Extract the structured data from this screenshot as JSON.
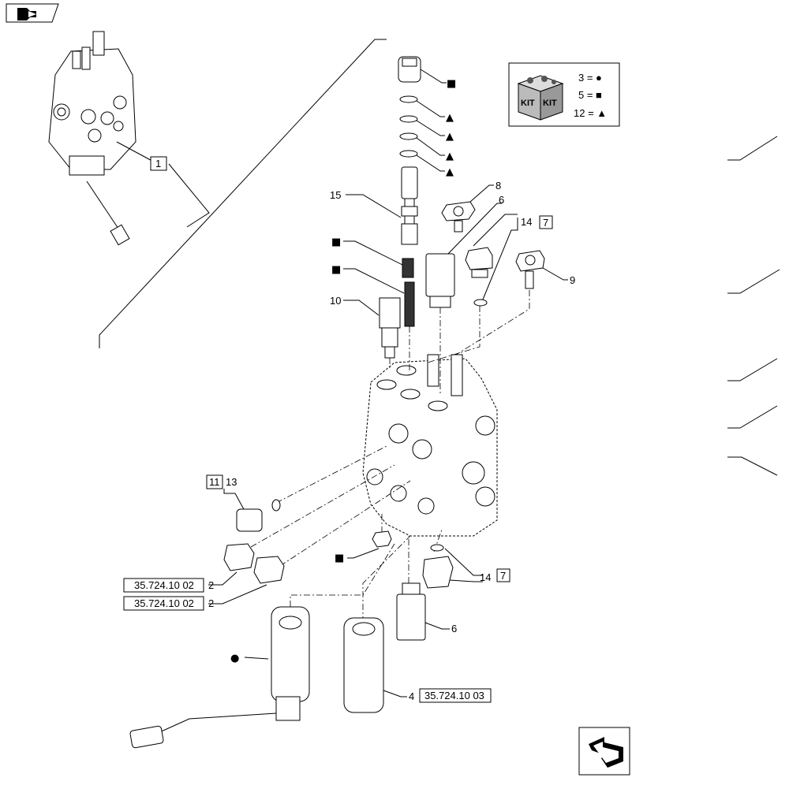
{
  "labels": {
    "l1": "1",
    "l2a": "2",
    "l2b": "2",
    "l4": "4",
    "l6a": "6",
    "l6b": "6",
    "l7a": "7",
    "l7b": "7",
    "l8": "8",
    "l9": "9",
    "l10": "10",
    "l11": "11",
    "l13": "13",
    "l14a": "14",
    "l14b": "14",
    "l15": "15",
    "ref1": "35.724.10 02",
    "ref2": "35.724.10 02",
    "ref3": "35.724.10 03"
  },
  "kit": {
    "kit_word_left": "KIT",
    "kit_word_right": "KIT",
    "row1": "3 = ●",
    "row2": "5 = ■",
    "row3": "12 = ▲"
  },
  "symbols": {
    "square": "■",
    "triangle": "▲",
    "circle": "●"
  },
  "icons": {
    "top_left": "arrow-nav-icon",
    "bottom_right": "arrow-return-icon"
  }
}
